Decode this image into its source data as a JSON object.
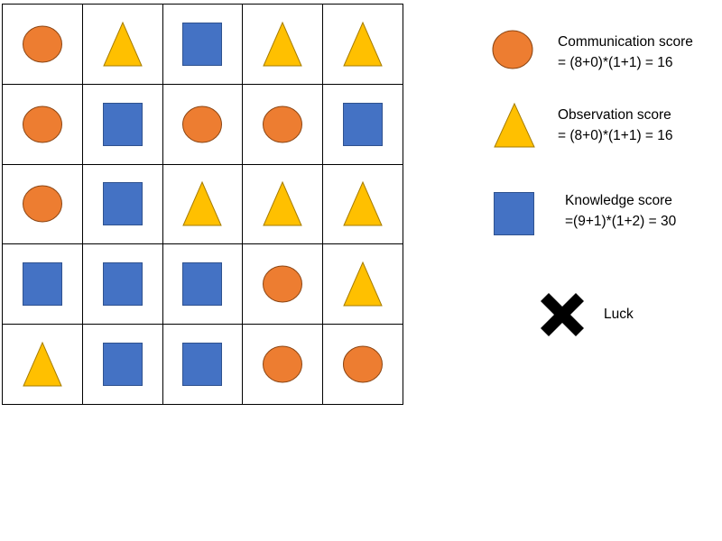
{
  "colors": {
    "circle_fill": "#ED7D31",
    "circle_stroke": "#8B4513",
    "triangle_fill": "#FFC000",
    "triangle_stroke": "#A67C00",
    "square_fill": "#4472C4",
    "square_stroke": "#2F528F",
    "luck_fill": "#000000"
  },
  "board": {
    "rows": [
      [
        "circle",
        "triangle",
        "square",
        "triangle",
        "triangle"
      ],
      [
        "circle",
        "square",
        "circle",
        "circle",
        "square"
      ],
      [
        "circle",
        "square",
        "triangle",
        "triangle",
        "triangle"
      ],
      [
        "square",
        "square",
        "square",
        "circle",
        "triangle"
      ],
      [
        "triangle",
        "square",
        "square",
        "circle",
        "circle"
      ]
    ]
  },
  "legend": {
    "communication": {
      "icon": "circle",
      "line1": "Communication score",
      "line2": "= (8+0)*(1+1) = 16"
    },
    "observation": {
      "icon": "triangle",
      "line1": "Observation score",
      "line2": "= (8+0)*(1+1) = 16"
    },
    "knowledge": {
      "icon": "square",
      "line1": "Knowledge score",
      "line2": "=(9+1)*(1+2) = 30"
    },
    "luck": {
      "icon": "x-mark",
      "label": "Luck"
    }
  }
}
